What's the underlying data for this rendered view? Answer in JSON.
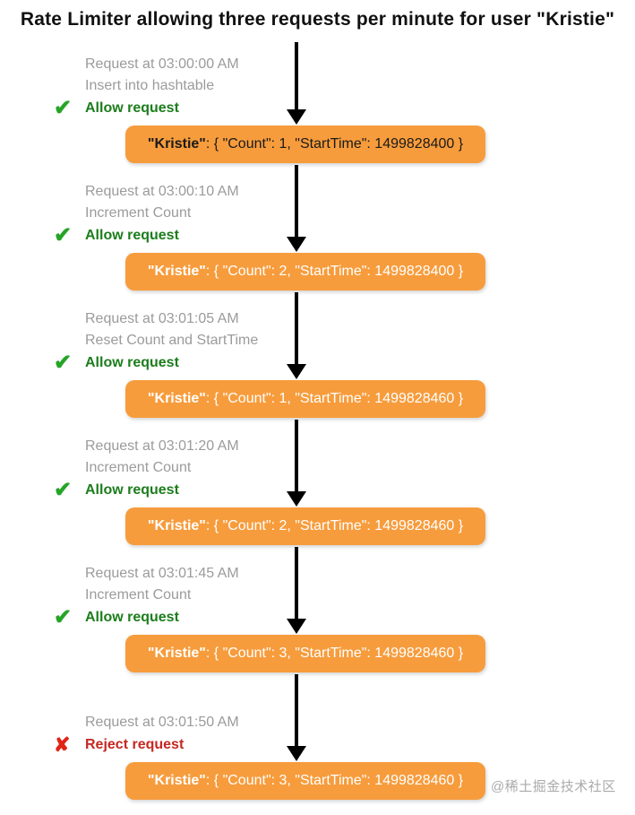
{
  "title": "Rate Limiter allowing three requests per minute for user \"Kristie\"",
  "watermark": "@稀土掘金技术社区",
  "colors": {
    "box_bg": "#F79C3C",
    "allow_green_text": "#1c7d1c",
    "allow_check_green": "#27a427",
    "reject_red_text": "#c62822",
    "reject_x_red": "#e02418",
    "muted_text_gray": "#9b9b9b",
    "arrow_black": "#000000",
    "box_text_dark": "#1a1a1a",
    "box_text_light": "#ffffff"
  },
  "icons": {
    "allow_glyph": "✔",
    "reject_glyph": "✘"
  },
  "steps": [
    {
      "request": "Request at 03:00:00 AM",
      "action": "Insert into hashtable",
      "decision": "Allow request",
      "decision_type": "allow",
      "state_name": "\"Kristie\"",
      "state_rest": " : { \"Count\": 1, \"StartTime\": 1499828400 }",
      "state_text_variant": "dark"
    },
    {
      "request": "Request at 03:00:10 AM",
      "action": "Increment Count",
      "decision": "Allow request",
      "decision_type": "allow",
      "state_name": "\"Kristie\"",
      "state_rest": " : { \"Count\": 2, \"StartTime\": 1499828400 }",
      "state_text_variant": "light"
    },
    {
      "request": "Request at 03:01:05 AM",
      "action": "Reset Count and StartTime",
      "decision": "Allow request",
      "decision_type": "allow",
      "state_name": "\"Kristie\"",
      "state_rest": " : { \"Count\": 1, \"StartTime\": 1499828460 }",
      "state_text_variant": "light"
    },
    {
      "request": "Request at 03:01:20 AM",
      "action": "Increment Count",
      "decision": "Allow request",
      "decision_type": "allow",
      "state_name": "\"Kristie\"",
      "state_rest": " : { \"Count\": 2, \"StartTime\": 1499828460 }",
      "state_text_variant": "light"
    },
    {
      "request": "Request at 03:01:45 AM",
      "action": "Increment Count",
      "decision": "Allow request",
      "decision_type": "allow",
      "state_name": "\"Kristie\"",
      "state_rest": " : { \"Count\": 3, \"StartTime\": 1499828460 }",
      "state_text_variant": "light"
    },
    {
      "request": "Request at 03:01:50 AM",
      "action": "",
      "decision": "Reject request",
      "decision_type": "reject",
      "state_name": "\"Kristie\"",
      "state_rest": " : { \"Count\": 3, \"StartTime\": 1499828460 }",
      "state_text_variant": "light"
    }
  ]
}
